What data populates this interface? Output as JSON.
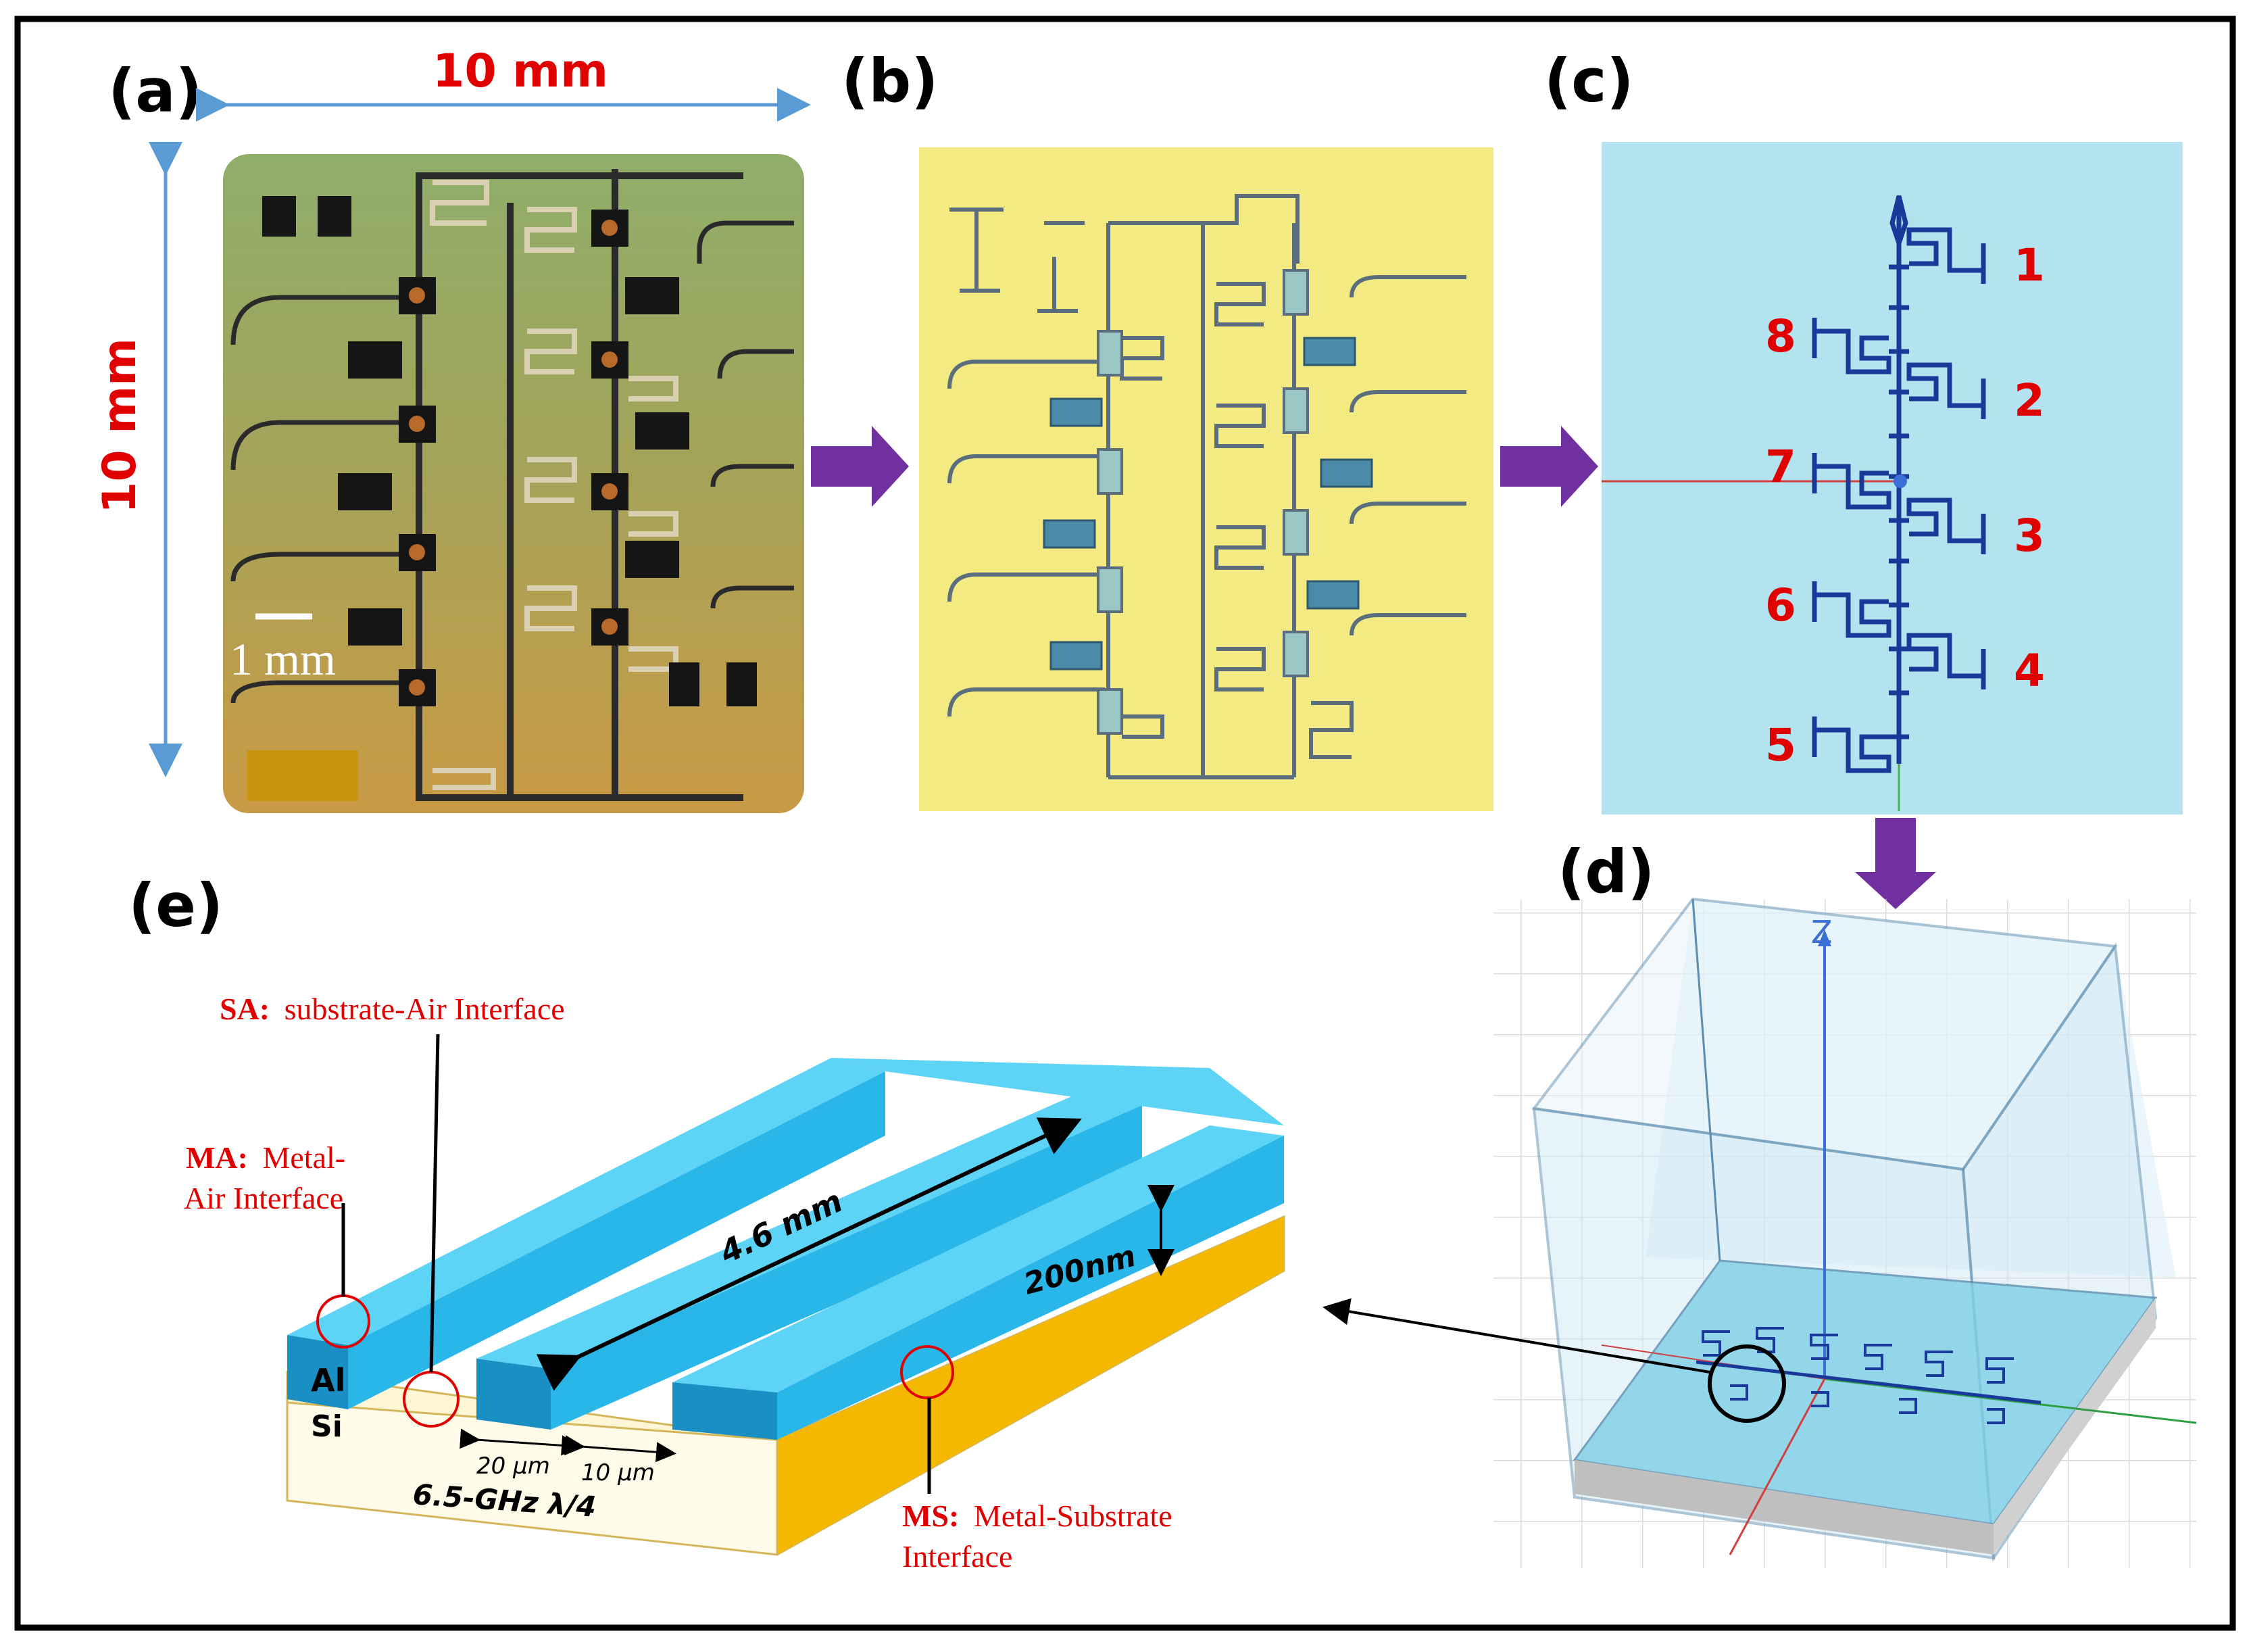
{
  "panels": {
    "a": "(a)",
    "b": "(b)",
    "c": "(c)",
    "d": "(d)",
    "e": "(e)"
  },
  "panel_a": {
    "width_label": "10 mm",
    "height_label": "10 mm",
    "scale_label": "1 mm"
  },
  "panel_c": {
    "resonator_numbers": [
      "1",
      "8",
      "2",
      "7",
      "3",
      "6",
      "4",
      "5"
    ]
  },
  "panel_d": {
    "axis_label": "Z"
  },
  "panel_e": {
    "sa_key": "SA:",
    "sa_text": "substrate-Air Interface",
    "ma_key": "MA:",
    "ma_text_1": "Metal-",
    "ma_text_2": "Air Interface",
    "ms_key": "MS:",
    "ms_text_1": "Metal-Substrate",
    "ms_text_2": "Interface",
    "length_label": "4.6 mm",
    "thickness_label": "200nm",
    "metal_label": "Al",
    "substrate_label": "Si",
    "gap_label": "20 μm",
    "width_label": "10 μm",
    "design_label": "6.5-GHz λ/4"
  },
  "colors": {
    "frame": "#000000",
    "accent_red": "#e00000",
    "arrow_purple": "#7030a0",
    "metal_blue": "#29b6e8",
    "substrate_gold": "#f5b800",
    "panel_b_bg": "#f3ea82",
    "panel_c_bg": "#b3e3ee"
  }
}
